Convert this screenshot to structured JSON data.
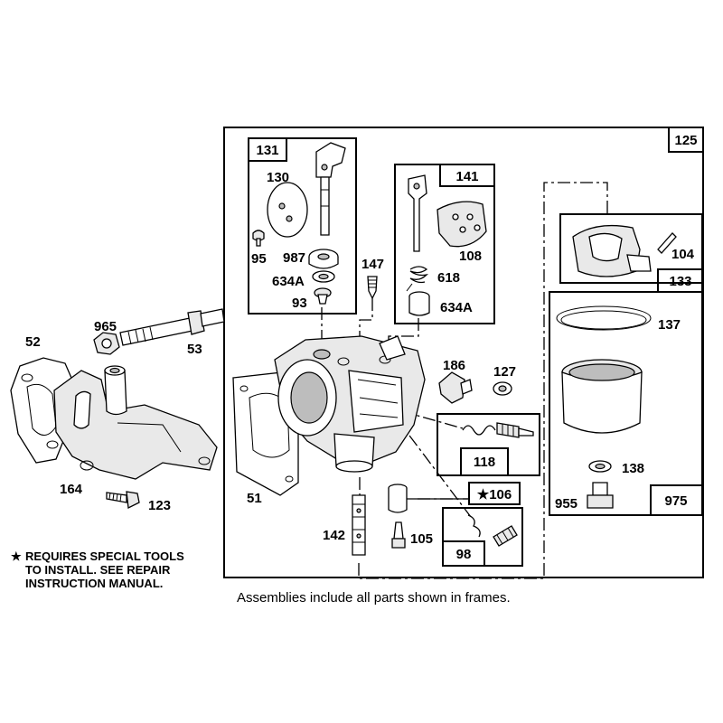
{
  "labels": {
    "p125": "125",
    "p131": "131",
    "p130": "130",
    "p95": "95",
    "p987": "987",
    "p634a_top": "634A",
    "p93": "93",
    "p141": "141",
    "p108": "108",
    "p618": "618",
    "p634a_mid": "634A",
    "p147": "147",
    "p186": "186",
    "p127": "127",
    "p104": "104",
    "p133": "133",
    "p137": "137",
    "p138": "138",
    "p955": "955",
    "p975": "975",
    "p118": "118",
    "p106": "106",
    "p98": "98",
    "p105": "105",
    "p142": "142",
    "p51": "51",
    "p52": "52",
    "p965": "965",
    "p53": "53",
    "p164": "164",
    "p123": "123"
  },
  "star_glyph": "★",
  "special_tools_note": [
    "REQUIRES SPECIAL TOOLS",
    "TO INSTALL.  SEE REPAIR",
    "INSTRUCTION MANUAL."
  ],
  "caption": "Assemblies include all parts shown in frames."
}
